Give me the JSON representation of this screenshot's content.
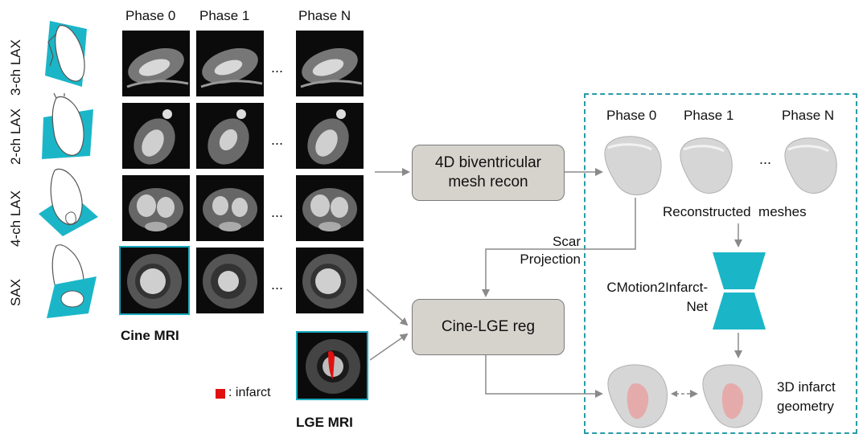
{
  "rows": [
    {
      "label": "3-ch LAX"
    },
    {
      "label": "2-ch LAX"
    },
    {
      "label": "4-ch LAX"
    },
    {
      "label": "SAX"
    }
  ],
  "phases": {
    "p0": "Phase 0",
    "p1": "Phase 1",
    "pn": "Phase N"
  },
  "ellipsis": "...",
  "cine_label": "Cine MRI",
  "lge_label": "LGE MRI",
  "legend": {
    "text": ": infarct",
    "color": "#e01010"
  },
  "boxes": {
    "mesh_recon": "4D biventricular mesh recon",
    "reg": "Cine-LGE reg"
  },
  "scar_projection": "Scar Projection",
  "right_panel": {
    "phase0": "Phase 0",
    "phase1": "Phase 1",
    "phaseN": "Phase N",
    "meshes_label": "Reconstructed  meshes",
    "net_label": "CMotion2Infarct-Net",
    "output_label": "3D infarct geometry",
    "border_color": "#2a9aa8"
  },
  "colors": {
    "accent": "#1ab6c8",
    "box_fill": "#d6d3cd",
    "arrow": "#8a8a8a"
  }
}
